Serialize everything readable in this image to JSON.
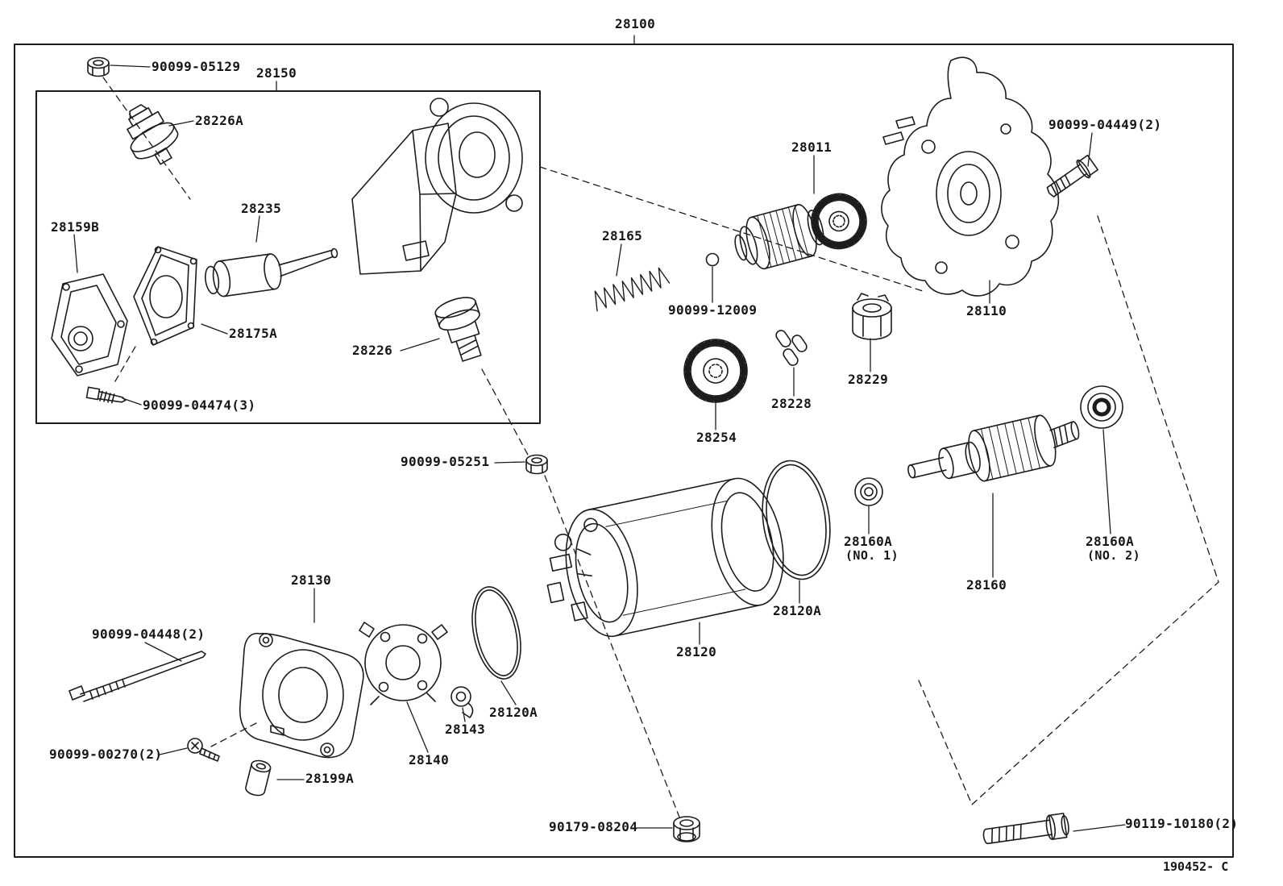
{
  "colors": {
    "ink": "#1c1c1c",
    "paper": "#ffffff"
  },
  "diagram": {
    "assembly_number": "28100",
    "subassembly_number": "28150",
    "drawing_code": "190452- C",
    "parts": {
      "p90099_05129": "90099-05129",
      "p28226a": "28226A",
      "p28159b": "28159B",
      "p28235": "28235",
      "p28175a": "28175A",
      "p28226": "28226",
      "p90099_04474": "90099-04474(3)",
      "p90099_05251": "90099-05251",
      "p28165": "28165",
      "p90099_12009": "90099-12009",
      "p28011": "28011",
      "p28110": "28110",
      "p90099_04449": "90099-04449(2)",
      "p28229": "28229",
      "p28228": "28228",
      "p28254": "28254",
      "p28160a_no1": "28160A",
      "p28160a_no1_sub": "(NO. 1)",
      "p28160a_no2": "28160A",
      "p28160a_no2_sub": "(NO. 2)",
      "p28160": "28160",
      "p28120a_right": "28120A",
      "p28120": "28120",
      "p28130": "28130",
      "p90099_04448": "90099-04448(2)",
      "p28120a_left": "28120A",
      "p28143": "28143",
      "p28140": "28140",
      "p90099_00270": "90099-00270(2)",
      "p28199a": "28199A",
      "p90179_08204": "90179-08204",
      "p90119_10180": "90119-10180(2)"
    }
  }
}
